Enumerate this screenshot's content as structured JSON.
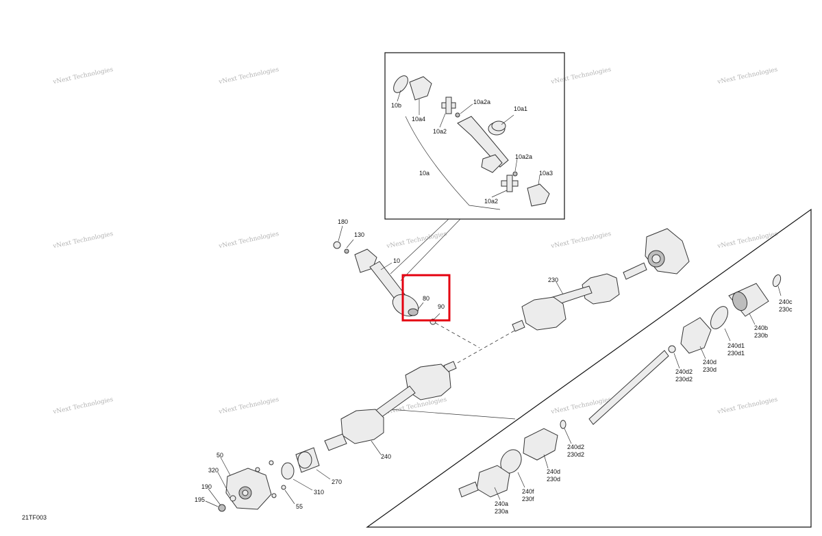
{
  "drawing_code": "21TF003",
  "watermark_text": "vNext Technologies",
  "colors": {
    "highlight": "#e4000f",
    "line": "#111111",
    "part_fill": "#ececec",
    "part_shade": "#bdbdbd"
  },
  "callouts": {
    "c10b": "10b",
    "c10a4": "10a4",
    "c10a2_top": "10a2",
    "c10a2a_top": "10a2a",
    "c10a1": "10a1",
    "c10a": "10a",
    "c10a2a_bot": "10a2a",
    "c10a3": "10a3",
    "c10a2_bot": "10a2",
    "c180": "180",
    "c130": "130",
    "c10": "10",
    "c80": "80",
    "c90": "90",
    "c230": "230",
    "c240c": "240c",
    "c230c": "230c",
    "c240b": "240b",
    "c230b": "230b",
    "c240d1": "240d1",
    "c230d1": "230d1",
    "c240d_r": "240d",
    "c230d_r": "230d",
    "c240d2_r": "240d2",
    "c230d2_r": "230d2",
    "c240d2_l": "240d2",
    "c230d2_l": "230d2",
    "c240d_l": "240d",
    "c230d_l": "230d",
    "c240f": "240f",
    "c230f": "230f",
    "c240a": "240a",
    "c230a": "230a",
    "c240": "240",
    "c270": "270",
    "c310": "310",
    "c55": "55",
    "c50": "50",
    "c320": "320",
    "c190": "190",
    "c195": "195"
  }
}
